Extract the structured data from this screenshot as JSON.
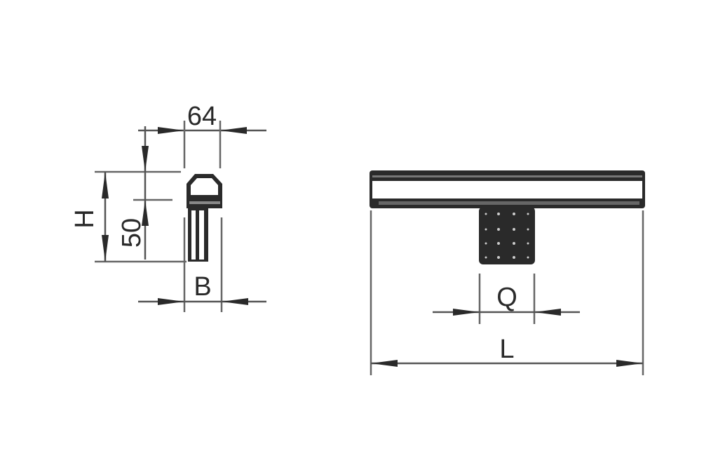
{
  "side_view": {
    "width_dim": "64",
    "height_dim": "H",
    "stem_dim": "50",
    "base_dim": "B"
  },
  "front_view": {
    "block_dim": "Q",
    "length_dim": "L"
  }
}
